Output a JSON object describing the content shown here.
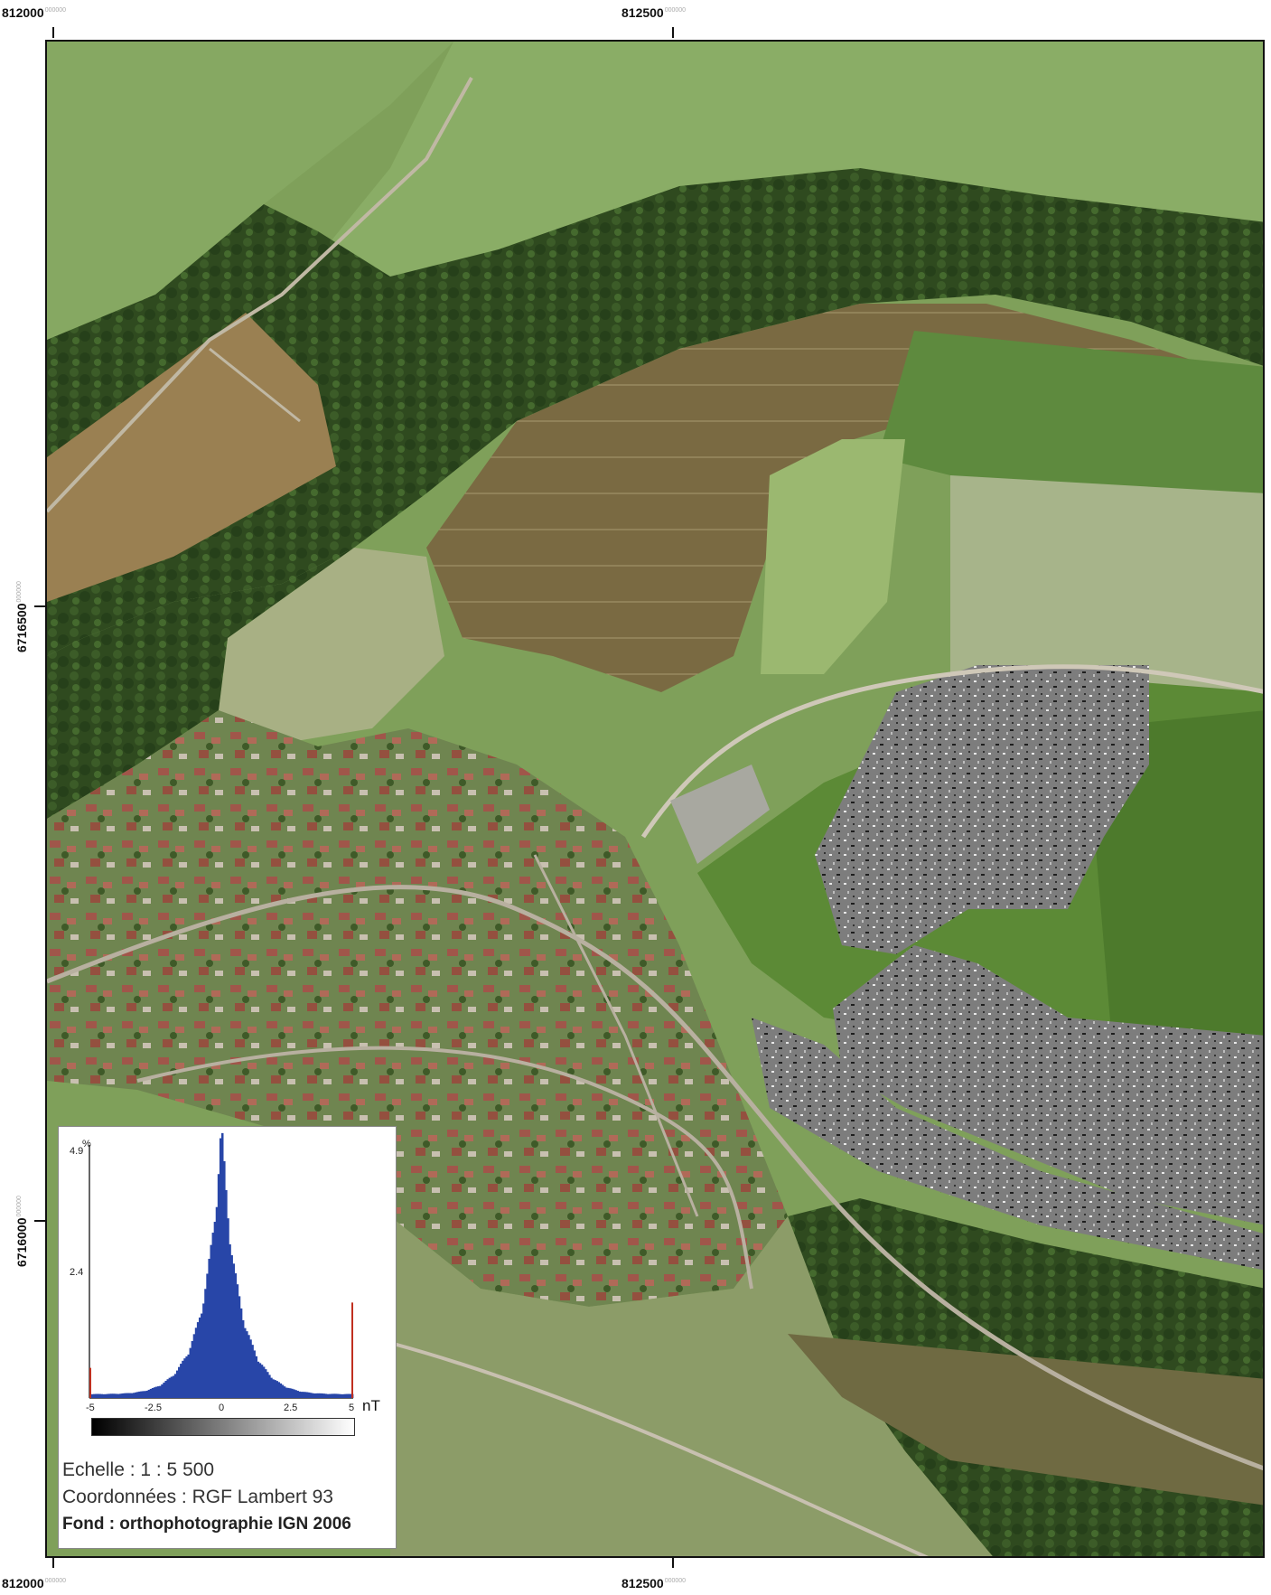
{
  "map": {
    "x_coords": [
      {
        "value": "812000",
        "suffix": "000000"
      },
      {
        "value": "812500",
        "suffix": "000000"
      }
    ],
    "y_coords": [
      {
        "value": "6716500",
        "suffix": "000000"
      },
      {
        "value": "6716000",
        "suffix": "000000"
      }
    ],
    "colors": {
      "forest": "#2f4a1f",
      "meadow": "#7fa05a",
      "field_brown": "#8a7048",
      "village_roof": "#a0564a",
      "road": "#b8b0a0",
      "survey_gray": "#7a7a7a"
    }
  },
  "legend": {
    "histogram": {
      "y_max_label": "4.9",
      "y_unit": "%",
      "y_mid_label": "2.4",
      "x_ticks": [
        "-5",
        "-2.5",
        "0",
        "2.5",
        "5"
      ],
      "x_unit": "nT",
      "bar_color": "#2846a8",
      "edge_color": "#c03020"
    },
    "scale": "Echelle : 1 : 5 500",
    "coordinates": "Coordonnées : RGF Lambert 93",
    "background": "Fond : orthophotographie IGN 2006"
  }
}
